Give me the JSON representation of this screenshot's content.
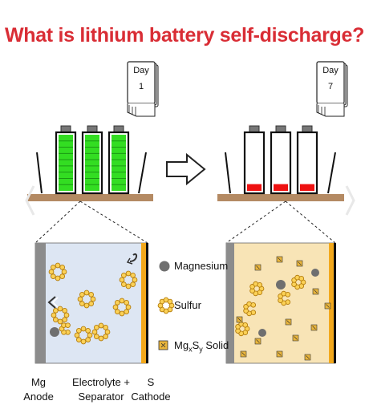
{
  "title": "What is lithium battery self-discharge?",
  "calendar_left": {
    "line1": "Day",
    "line2": "1"
  },
  "calendar_right": {
    "line1": "Day",
    "line2": "7"
  },
  "legend": {
    "magnesium": "Magnesium",
    "sulfur": "Sulfur",
    "solid_prefix": "Mg",
    "solid_sub1": "x",
    "solid_mid": "S",
    "solid_sub2": "y",
    "solid_suffix": " Solid"
  },
  "labels": {
    "anode_line1": "Mg",
    "anode_line2": "Anode",
    "electrolyte_line1": "Electrolyte +",
    "electrolyte_line2": "Separator",
    "cathode_line1": "S",
    "cathode_line2": "Cathode"
  },
  "battery_charge": {
    "day_1": 1.0,
    "day_7": 0.12
  },
  "colors": {
    "title": "#d92d35",
    "charge_full": "#33dd22",
    "charge_low": "#ee1111",
    "shelf": "#b48a63",
    "anode": "#8c8c8c",
    "cathode": "#f2a81c",
    "cell_fresh": "#dde6f3",
    "cell_aged": "#f8e4b6",
    "sulfur": "#e9a91c"
  },
  "icons": [
    "calendar-icon",
    "arrow-right-icon",
    "chevron-left-icon",
    "chevron-right-icon",
    "battery-icon",
    "sulfur-ring-icon",
    "magnesium-dot-icon",
    "mgxsy-solid-icon"
  ]
}
